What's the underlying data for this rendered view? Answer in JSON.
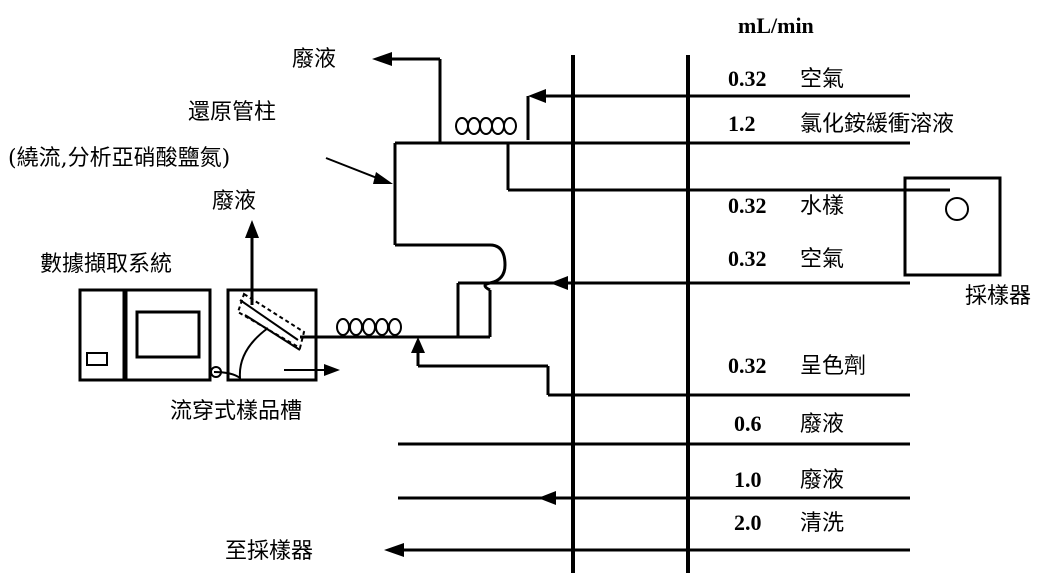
{
  "unit_header": "mL/min",
  "streams": [
    {
      "rate": "0.32",
      "name": "空氣"
    },
    {
      "rate": "1.2",
      "name": "氯化銨緩衝溶液"
    },
    {
      "rate": "0.32",
      "name": "水樣"
    },
    {
      "rate": "0.32",
      "name": "空氣"
    },
    {
      "rate": "0.32",
      "name": "呈色劑"
    },
    {
      "rate": "0.6",
      "name": "廢液"
    },
    {
      "rate": "1.0",
      "name": "廢液"
    },
    {
      "rate": "2.0",
      "name": "清洗"
    }
  ],
  "labels": {
    "waste_top": "廢液",
    "reduction_column": "還原管柱",
    "reduction_note": "(繞流,分析亞硝酸鹽氮)",
    "waste_mid": "廢液",
    "data_system": "數據擷取系統",
    "flow_cell": "流穿式樣品槽",
    "sampler": "採樣器",
    "to_sampler": "至採樣器"
  }
}
